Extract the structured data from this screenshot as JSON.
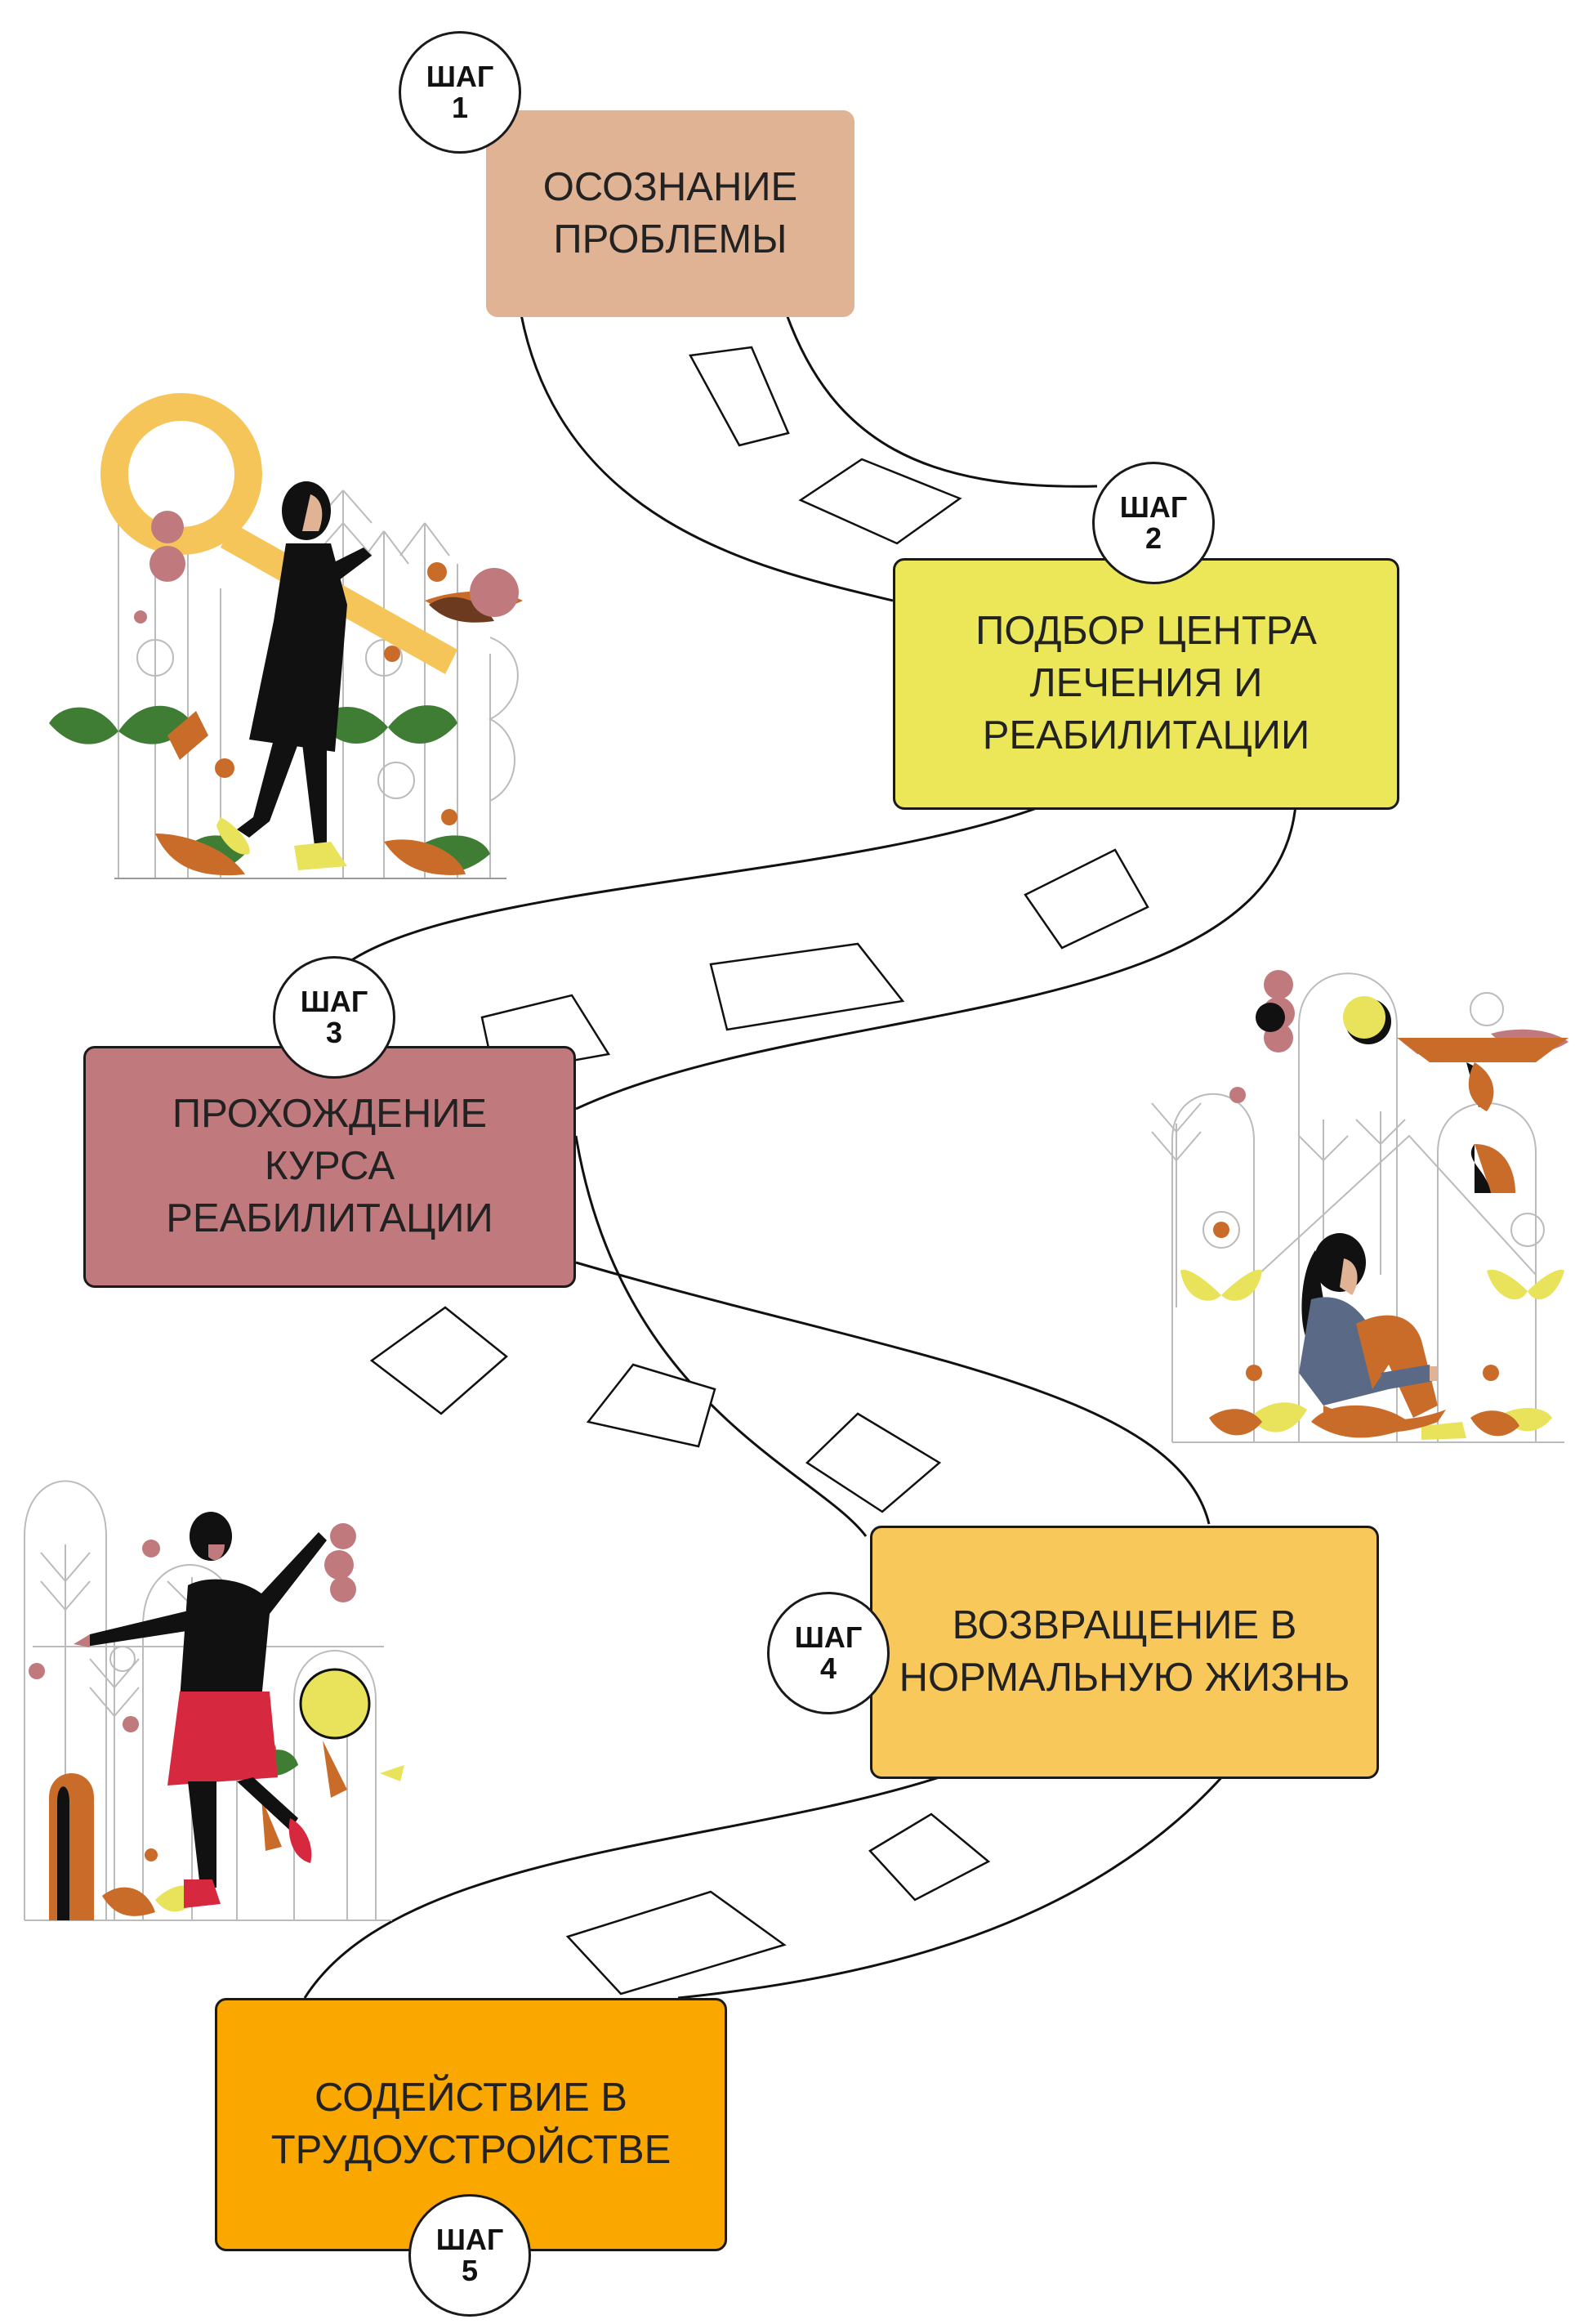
{
  "steps": [
    {
      "label": "ШАГ",
      "number": "1",
      "title": "ОСОЗНАНИЕ\nПРОБЛЕМЫ",
      "color": "#dfb394"
    },
    {
      "label": "ШАГ",
      "number": "2",
      "title": "ПОДБОР ЦЕНТРА\nЛЕЧЕНИЯ И\nРЕАБИЛИТАЦИИ",
      "color": "#ebe758"
    },
    {
      "label": "ШАГ",
      "number": "3",
      "title": "ПРОХОЖДЕНИЕ КУРСА\nРЕАБИЛИТАЦИИ",
      "color": "#c07a7e"
    },
    {
      "label": "ШАГ",
      "number": "4",
      "title": "ВОЗВРАЩЕНИЕ В\nНОРМАЛЬНУЮ ЖИЗНЬ",
      "color": "#f9c85a"
    },
    {
      "label": "ШАГ",
      "number": "5",
      "title": "СОДЕЙСТВИЕ В\nТРУДОУСТРОЙСТВЕ",
      "color": "#faa700"
    }
  ],
  "illustrations": [
    {
      "name": "woman-with-key",
      "colors": [
        "#f6c55a",
        "#e8e35a",
        "#3f7d34",
        "#c96c2a",
        "#c07a7e"
      ]
    },
    {
      "name": "woman-sitting-in-house",
      "colors": [
        "#e8e35a",
        "#c96c2a",
        "#5a6a86",
        "#c07a7e"
      ]
    },
    {
      "name": "woman-dancing",
      "colors": [
        "#d6283f",
        "#e8e35a",
        "#c96c2a",
        "#3f7d34"
      ]
    }
  ]
}
